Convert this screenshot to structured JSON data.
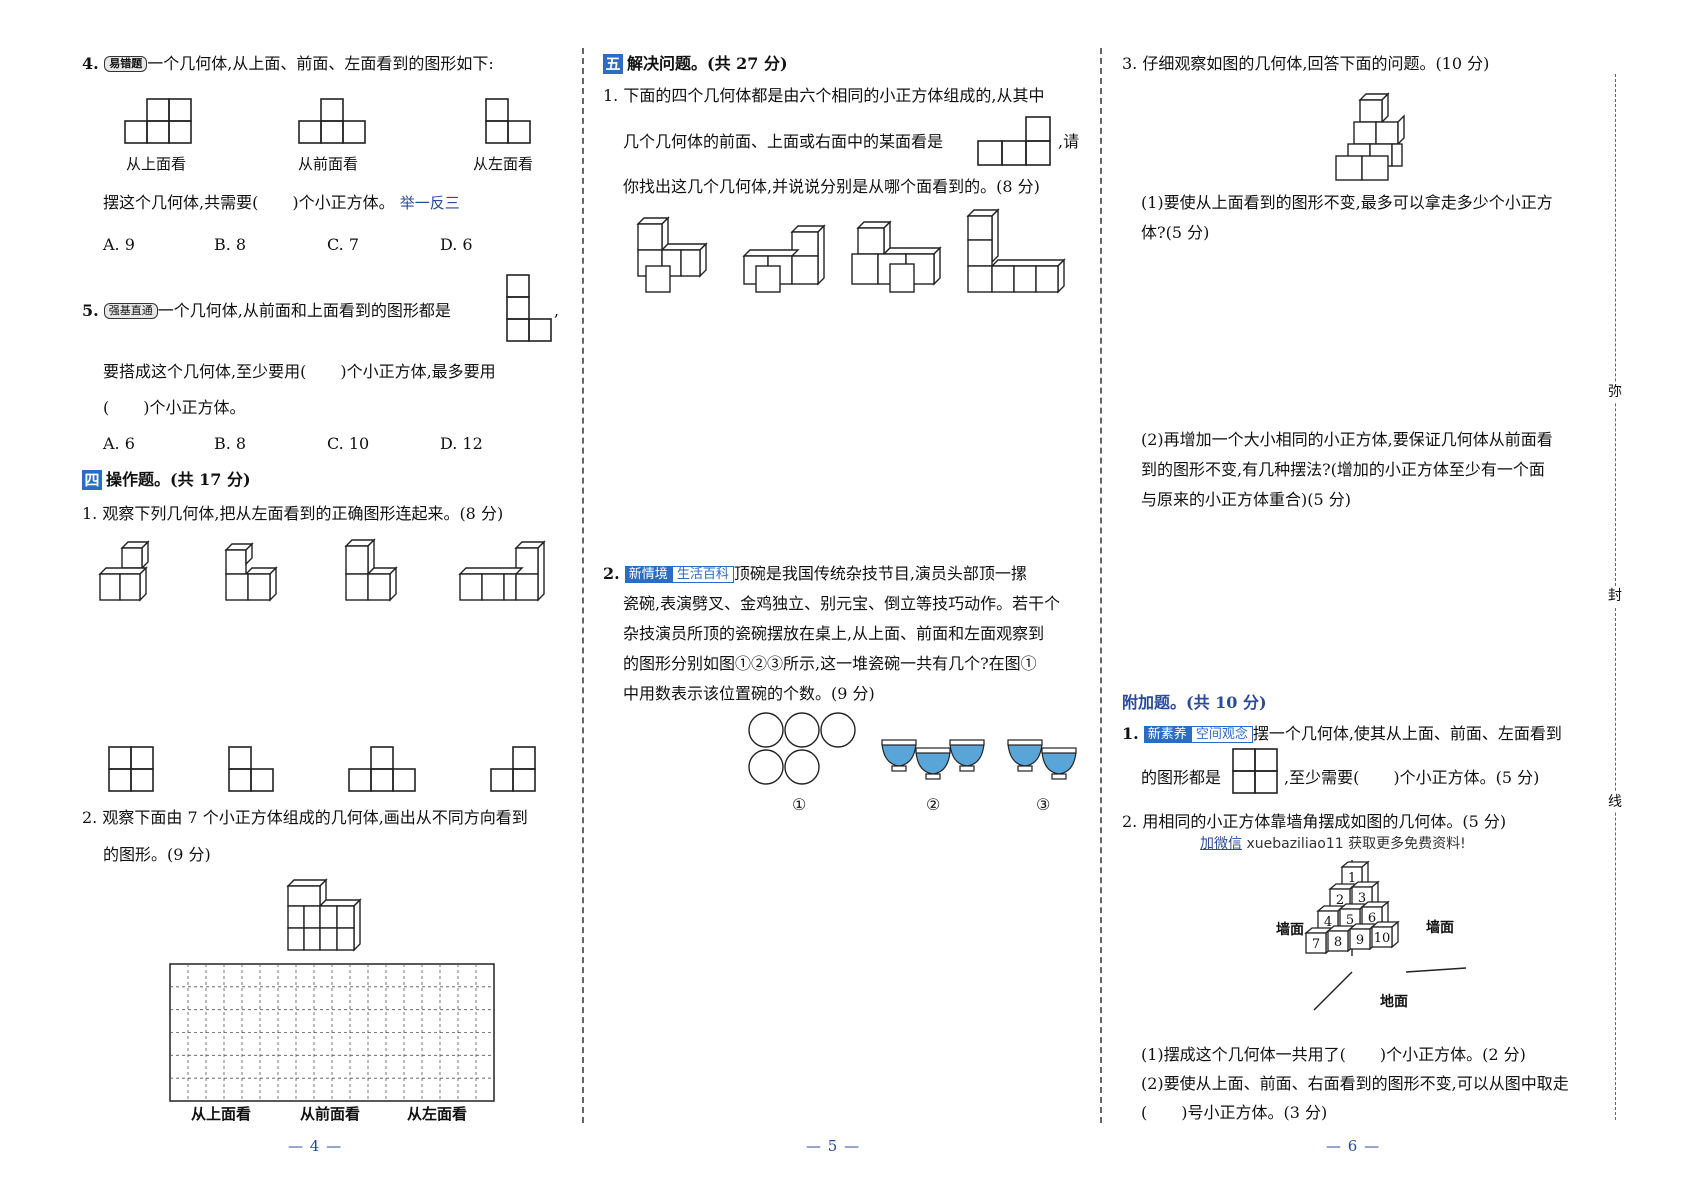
{
  "page_left": {
    "q4": {
      "num": "4.",
      "tag": "易错题",
      "text": "一个几何体,从上面、前面、左面看到的图形如下:",
      "view_top": "从上面看",
      "view_front": "从前面看",
      "view_left": "从左面看",
      "line2": "摆这个几何体,共需要(",
      "line2b": ")个小正方体。",
      "link": "举一反三",
      "opts": [
        "A. 9",
        "B. 8",
        "C. 7",
        "D. 6"
      ]
    },
    "q5": {
      "num": "5.",
      "tag": "强基直通",
      "text": "一个几何体,从前面和上面看到的图形都是",
      "comma": ",",
      "line2a": "要搭成这个几何体,至少要用(",
      "line2b": ")个小正方体,最多要用",
      "line3a": "(",
      "line3b": ")个小正方体。",
      "opts": [
        "A. 6",
        "B. 8",
        "C. 10",
        "D. 12"
      ]
    },
    "sec4": {
      "badge": "四",
      "title": "操作题。(共 17 分)"
    },
    "op1": {
      "text": "1. 观察下列几何体,把从左面看到的正确图形连起来。(8 分)"
    },
    "op2": {
      "line1": "2. 观察下面由 7 个小正方体组成的几何体,画出从不同方向看到",
      "line2": "的图形。(9 分)",
      "labels": [
        "从上面看",
        "从前面看",
        "从左面看"
      ]
    },
    "pageno": "— 4 —"
  },
  "page_mid": {
    "sec5": {
      "badge": "五",
      "title": "解决问题。(共 27 分)"
    },
    "p1": {
      "l1": "1. 下面的四个几何体都是由六个相同的小正方体组成的,从其中",
      "l2a": "几个几何体的前面、上面或右面中的某面看是",
      "l2b": ",请",
      "l3": "你找出这几个几何体,并说说分别是从哪个面看到的。(8 分)"
    },
    "p2": {
      "num": "2.",
      "tag1": "新情境",
      "tag2": "生活百科",
      "l1": "顶碗是我国传统杂技节目,演员头部顶一摞",
      "l2": "瓷碗,表演劈叉、金鸡独立、别元宝、倒立等技巧动作。若干个",
      "l3": "杂技演员所顶的瓷碗摆放在桌上,从上面、前面和左面观察到",
      "l4": "的图形分别如图①②③所示,这一堆瓷碗一共有几个?在图①",
      "l5": "中用数表示该位置碗的个数。(9 分)",
      "fig": [
        "①",
        "②",
        "③"
      ]
    },
    "pageno": "— 5 —"
  },
  "page_right": {
    "q3": {
      "l1": "3. 仔细观察如图的几何体,回答下面的问题。(10 分)",
      "a1": "(1)要使从上面看到的图形不变,最多可以拿走多少个小正方",
      "a1b": "体?(5 分)",
      "a2": "(2)再增加一个大小相同的小正方体,要保证几何体从前面看",
      "a2b": "到的图形不变,有几种摆法?(增加的小正方体至少有一个面",
      "a2c": "与原来的小正方体重合)(5 分)"
    },
    "extra": {
      "title": "附加题。(共 10 分)",
      "e1": {
        "num": "1.",
        "tag1": "新素养",
        "tag2": "空间观念",
        "l1": "摆一个几何体,使其从上面、前面、左面看到",
        "l2a": "的图形都是",
        "l2b": ",至少需要(",
        "l2c": ")个小正方体。(5 分)"
      },
      "e2": {
        "l1": "2. 用相同的小正方体靠墙角摆成如图的几何体。(5 分)",
        "watermark_a": "加微信",
        "watermark_b": " xuebaziliao11 获取更多免费资料!",
        "wall_l": "墙面",
        "wall_r": "墙面",
        "floor": "地面",
        "cubes": [
          "1",
          "2",
          "3",
          "4",
          "5",
          "6",
          "7",
          "8",
          "9",
          "10"
        ],
        "s1a": "(1)摆成这个几何体一共用了(",
        "s1b": ")个小正方体。(2 分)",
        "s2": "(2)要使从上面、前面、右面看到的图形不变,可以从图中取走",
        "s3a": "(",
        "s3b": ")号小正方体。(3 分)"
      }
    },
    "margin": [
      "弥",
      "封",
      "线"
    ],
    "pageno": "— 6 —"
  }
}
